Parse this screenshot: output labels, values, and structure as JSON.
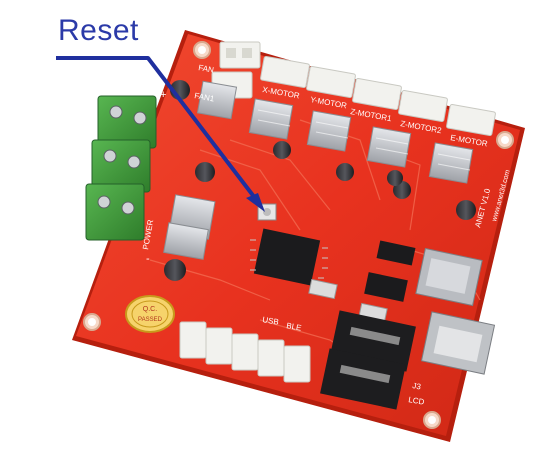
{
  "annotation": {
    "label": "Reset"
  },
  "board": {
    "silkscreen": {
      "fan": "FAN",
      "fan1": "FAN1",
      "motors": [
        "X-MOTOR",
        "Y-MOTOR",
        "Z-MOTOR1",
        "Z-MOTOR2",
        "E-MOTOR"
      ],
      "brand": "ANET V1.0",
      "url": "www.anet3d.com",
      "power": "POWER",
      "usb": "USB",
      "ble": "BLE",
      "lcd_id": "J3",
      "lcd": "LCD",
      "plus": "+",
      "minus": "-"
    },
    "qc_sticker": {
      "line1": "Q.C.",
      "line2": "PASSED"
    },
    "colors": {
      "pcb": "#e8321f",
      "pcb_edge": "#b8200f",
      "terminal_green": "#3f9a3a",
      "connector_white": "#f2f2ee",
      "heatsink": "#c9cbd0",
      "chip_black": "#1b1b1d",
      "annotation_blue": "#1f2f9e"
    }
  }
}
